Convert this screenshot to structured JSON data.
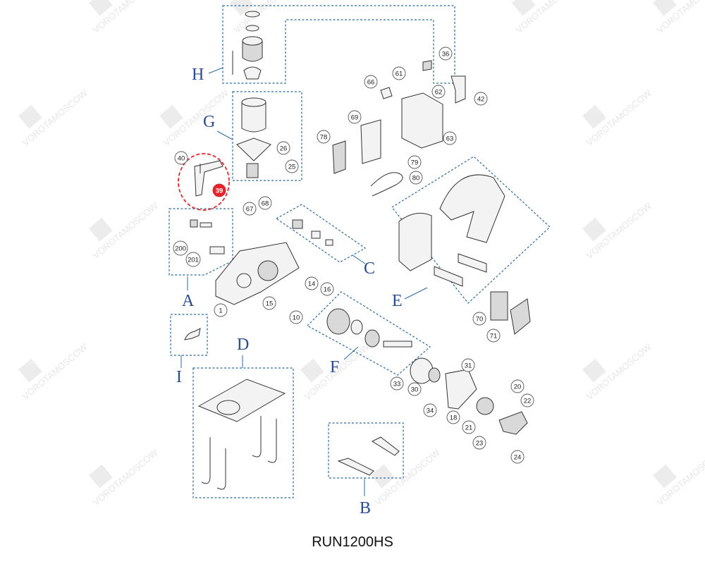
{
  "title": "RUN1200HS",
  "watermark": "VOROTAMOSCOW",
  "groups": [
    "H",
    "G",
    "A",
    "C",
    "E",
    "I",
    "D",
    "F",
    "B"
  ],
  "parts": [
    "36",
    "61",
    "66",
    "62",
    "42",
    "69",
    "63",
    "78",
    "40",
    "26",
    "79",
    "25",
    "80",
    "39",
    "67",
    "68",
    "200",
    "201",
    "14",
    "16",
    "1",
    "15",
    "10",
    "70",
    "71",
    "31",
    "33",
    "30",
    "20",
    "34",
    "22",
    "18",
    "21",
    "23",
    "24"
  ],
  "highlighted_part": "39",
  "colors": {
    "leader": "#2f6a9e",
    "label": "#2a4b8d",
    "highlight": "#e8232a"
  }
}
